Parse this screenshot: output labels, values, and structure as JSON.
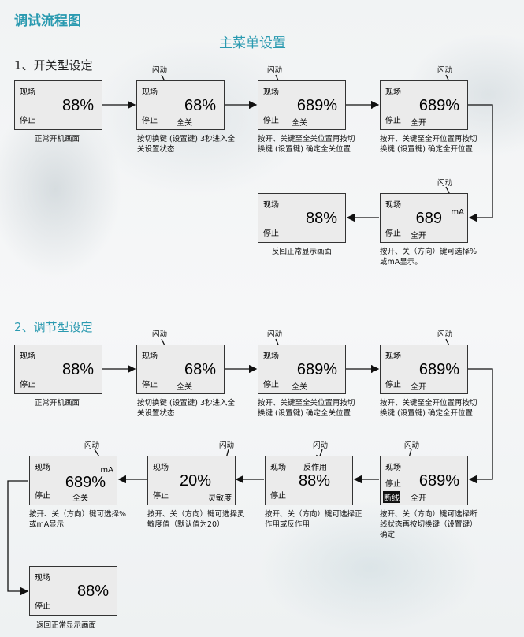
{
  "page_title": "调试流程图",
  "menu_title": "主菜单设置",
  "flash_label": "闪动",
  "common": {
    "site": "现场",
    "stop": "停止"
  },
  "section1": {
    "heading": "1、开关型设定",
    "boxes": [
      {
        "value": "88%",
        "caption": "正常开机画面"
      },
      {
        "value": "68%",
        "sub": "全关",
        "caption": "按切换键 (设置键) 3秒进入全关设置状态"
      },
      {
        "value": "689%",
        "sub": "全关",
        "caption": "按开、关键至全关位置再按切换键 (设置键) 确定全关位置"
      },
      {
        "value": "689%",
        "sub": "全开",
        "caption": "按开、关键至全开位置再按切换键 (设置键) 确定全开位置"
      },
      {
        "value": "689",
        "unit": "mA",
        "sub": "全开",
        "caption": "按开、关（方向）键可选择%或mA显示。"
      },
      {
        "value": "88%",
        "caption": "反回正常显示画面"
      }
    ]
  },
  "section2": {
    "heading": "2、调节型设定",
    "boxes": [
      {
        "value": "88%",
        "caption": "正常开机画面"
      },
      {
        "value": "68%",
        "sub": "全关",
        "caption": "按切换键 (设置键) 3秒进入全关设置状态"
      },
      {
        "value": "689%",
        "sub": "全关",
        "caption": "按开、关键至全关位置再按切换键 (设置键) 确定全关位置"
      },
      {
        "value": "689%",
        "sub": "全开",
        "caption": "按开、关键至全开位置再按切换键 (设置键) 确定全开位置"
      },
      {
        "value": "689%",
        "badge": "断线",
        "sub": "全开",
        "caption": "按开、关（方向）键可选择断线状态再按切换键（设置键）确定"
      },
      {
        "value": "88%",
        "top": "反作用",
        "caption": "按开、关（方向）键可选择正作用或反作用"
      },
      {
        "value": "20%",
        "sub": "灵敏度",
        "caption": "按开、关（方向）键可选择灵敏度值（默认值为20）"
      },
      {
        "value": "689%",
        "unit": "mA",
        "sub": "全关",
        "caption": "按开、关（方向）键可选择%或mA显示"
      },
      {
        "value": "88%",
        "caption": "返回正常显示画面"
      }
    ]
  }
}
